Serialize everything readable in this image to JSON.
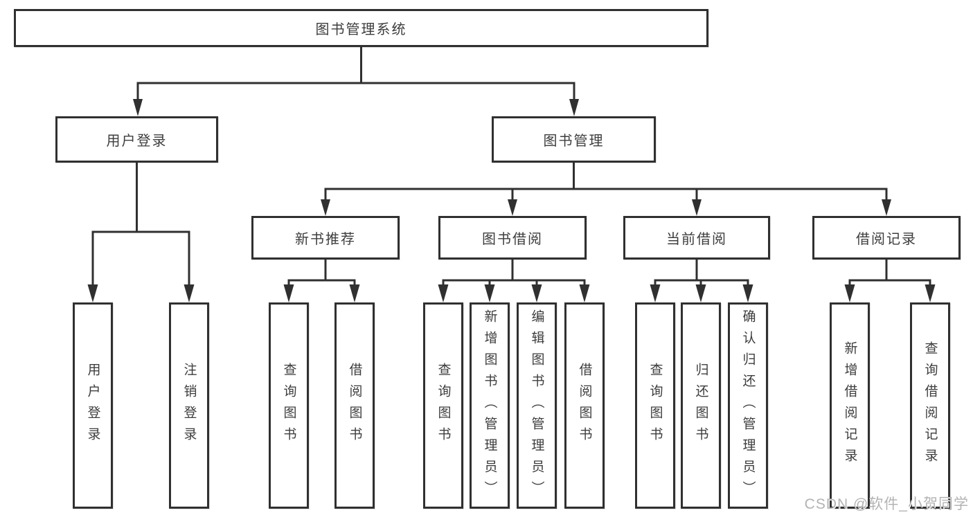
{
  "diagram_type": "hierarchy-tree",
  "tree": {
    "root": {
      "label": "图书管理系统",
      "children": [
        {
          "label": "用户登录",
          "children": [
            {
              "label": "用户登录"
            },
            {
              "label": "注销登录"
            }
          ]
        },
        {
          "label": "图书管理",
          "children": [
            {
              "label": "新书推荐",
              "children": [
                {
                  "label": "查询图书"
                },
                {
                  "label": "借阅图书"
                }
              ]
            },
            {
              "label": "图书借阅",
              "children": [
                {
                  "label": "查询图书"
                },
                {
                  "label": "新增图书（管理员）"
                },
                {
                  "label": "编辑图书（管理员）"
                },
                {
                  "label": "借阅图书"
                }
              ]
            },
            {
              "label": "当前借阅",
              "children": [
                {
                  "label": "查询图书"
                },
                {
                  "label": "归还图书"
                },
                {
                  "label": "确认归还（管理员）"
                }
              ]
            },
            {
              "label": "借阅记录",
              "children": [
                {
                  "label": "新增借阅记录"
                },
                {
                  "label": "查询借阅记录"
                }
              ]
            }
          ]
        }
      ]
    }
  },
  "watermark": {
    "text": "CSDN @软件_小贺同学"
  },
  "colors": {
    "line": "#303030",
    "box_border": "#303030",
    "text": "#3d3d3d",
    "watermark": "#b3b3b3",
    "background": "#ffffff"
  }
}
